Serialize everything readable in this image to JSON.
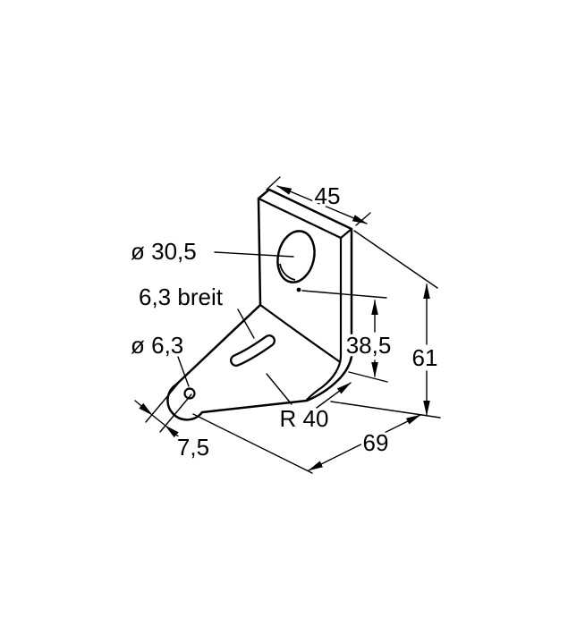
{
  "drawing": {
    "type": "technical-dimension-drawing",
    "part": "angle-mounting-bracket",
    "unit_style": "comma-decimal (mm)",
    "colors": {
      "body_fill": "#c8c8c8",
      "hole_fill": "#ffffff",
      "line": "#000000",
      "background": "#ffffff"
    },
    "labels": {
      "width_top": "45",
      "large_hole_diameter": "ø 30,5",
      "slot_width": "6,3 breit",
      "small_hole_diameter": "ø 6,3",
      "height_inner": "38,5",
      "height_total": "61",
      "slot_radius": "R 40",
      "end_offset": "7,5",
      "base_depth": "69"
    }
  }
}
